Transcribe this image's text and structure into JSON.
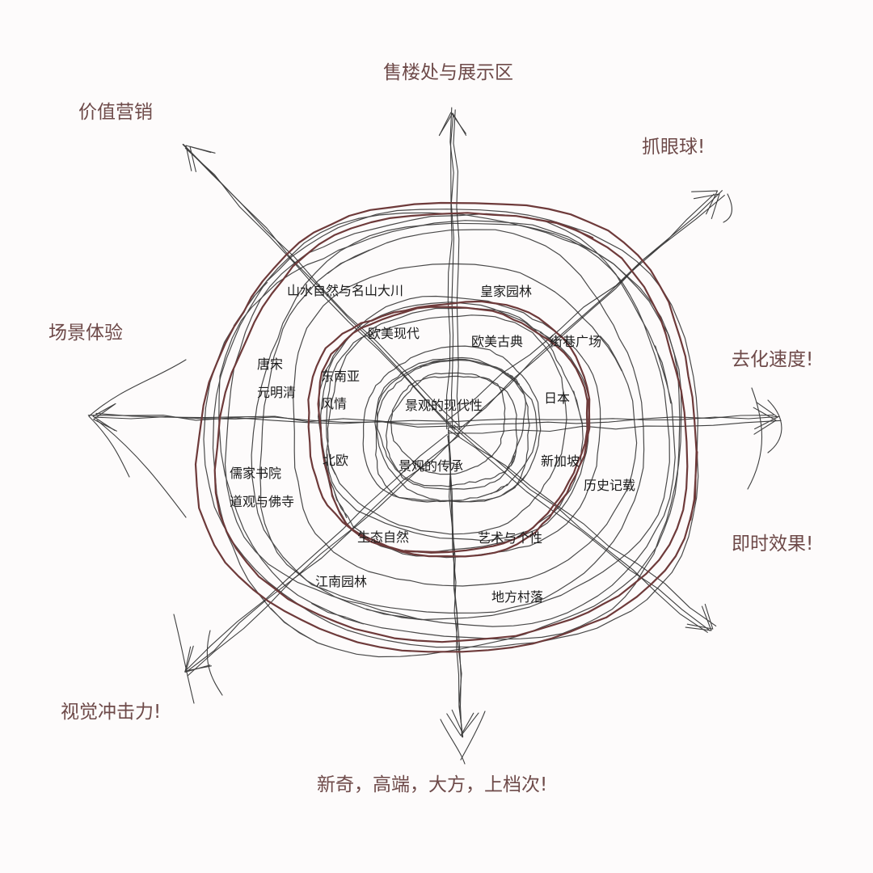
{
  "diagram": {
    "outer_labels": {
      "top": "售楼处与展示区",
      "top_left": "价值营销",
      "top_right": "抓眼球!",
      "left": "场景体验",
      "right": "去化速度!",
      "right_lower": "即时效果!",
      "bottom_left": "视觉冲击力!",
      "bottom": "新奇，高端，大方，上档次!"
    },
    "ring_outer": {
      "shanshui": "山水自然与名山大川",
      "royal_garden": "皇家园林",
      "tang_song": "唐宋",
      "yuan_ming_qing": "元明清",
      "street_square": "街巷广场",
      "history_record": "历史记载",
      "confucian_academy": "儒家书院",
      "taoist_buddhist": "道观与佛寺",
      "jiangnan_garden": "江南园林",
      "local_village": "地方村落"
    },
    "ring_inner": {
      "euro_modern": "欧美现代",
      "euro_classic": "欧美古典",
      "southeast_asia": "东南亚",
      "style": "风情",
      "japan": "日本",
      "nordic": "北欧",
      "singapore": "新加坡",
      "ecology_nature": "生态自然",
      "art_individuality": "艺术与个性"
    },
    "core": {
      "modernity": "景观的现代性",
      "inheritance": "景观的传承"
    },
    "colors": {
      "ink": "#2b2b2b",
      "brown": "#6e3a3a",
      "outer_text": "#6e4a49",
      "background": "#fdfbfb"
    }
  }
}
